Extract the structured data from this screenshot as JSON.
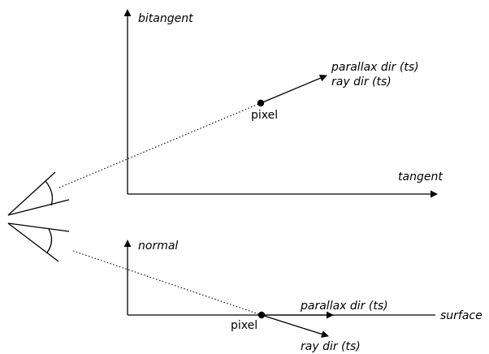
{
  "top_panel": {
    "axis_vertical_label": "bitangent",
    "axis_horizontal_label": "tangent",
    "point_label": "pixel",
    "vector_label_1": "parallax dir (ts)",
    "vector_label_2": "ray dir (ts)"
  },
  "bottom_panel": {
    "axis_vertical_label": "normal",
    "axis_horizontal_label": "surface",
    "point_label": "pixel",
    "parallax_label": "parallax dir (ts)",
    "ray_label": "ray dir (ts)"
  },
  "colors": {
    "ink": "#000000",
    "background": "#ffffff"
  }
}
